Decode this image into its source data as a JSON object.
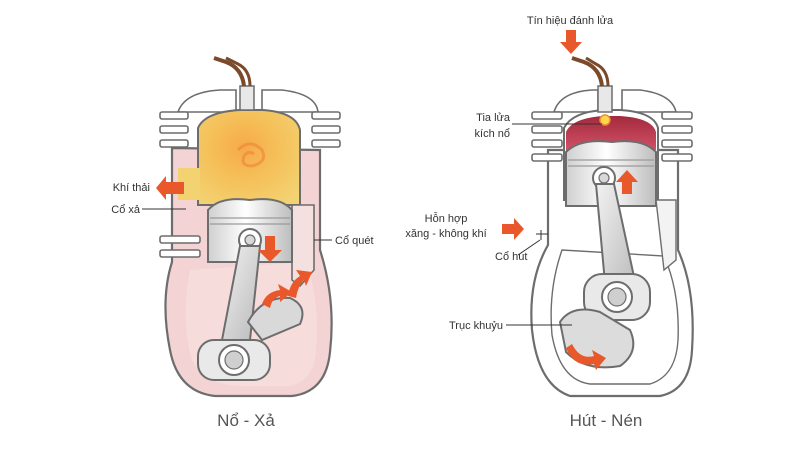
{
  "left_engine": {
    "caption": "Nổ - Xả",
    "labels": {
      "exhaust_gas": "Khí thải",
      "exhaust_port": "Cổ xả",
      "scavenge_port": "Cổ quét"
    }
  },
  "right_engine": {
    "caption": "Hút - Nén",
    "labels": {
      "ignition_signal": "Tín hiệu đánh lửa",
      "spark_line1": "Tia lửa",
      "spark_line2": "kích nổ",
      "mixture_line1": "Hỗn hợp",
      "mixture_line2": "xăng - không khí",
      "intake_port": "Cổ hút",
      "crankshaft": "Trục khuỷu"
    }
  },
  "colors": {
    "combustion": "#f2c45a",
    "crankcase_fill": "#f3d3d3",
    "compressed_charge": "#c8344c",
    "arrow": "#e8582a",
    "outline": "#6d6d6d"
  }
}
